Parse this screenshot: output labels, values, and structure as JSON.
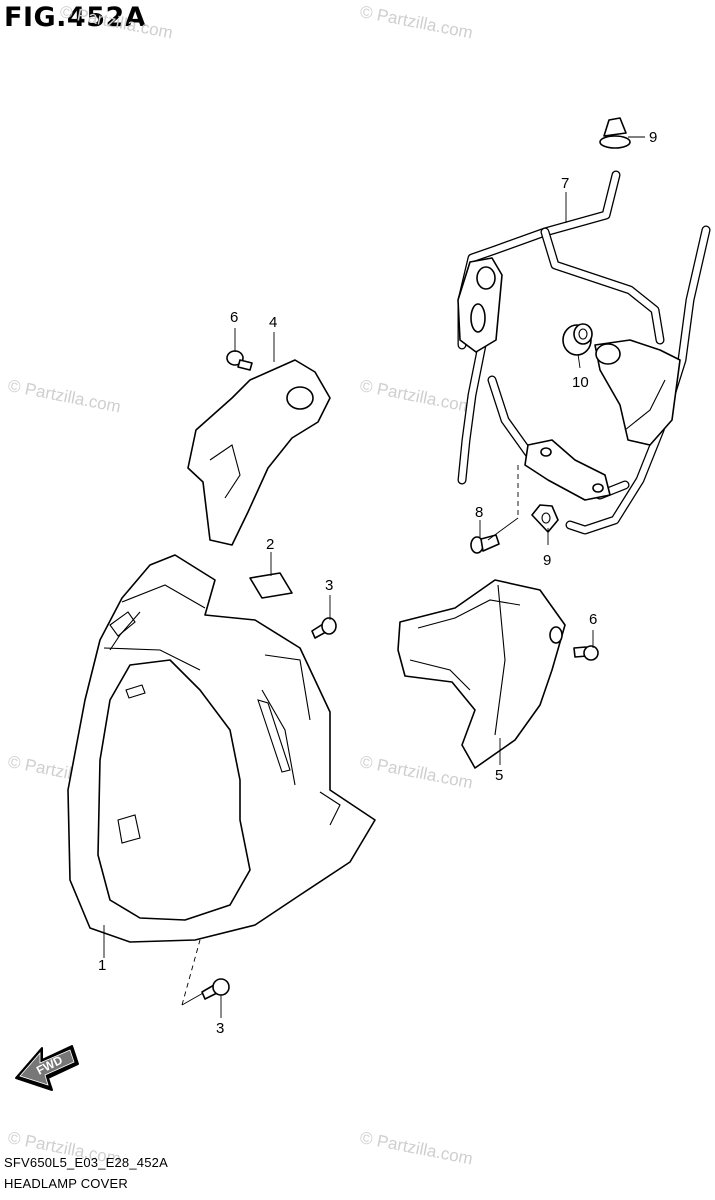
{
  "figure": {
    "title": "FIG.452A",
    "code": "SFV650L5_E03_E28_452A",
    "caption": "HEADLAMP COVER"
  },
  "callouts": {
    "c1": "1",
    "c2": "2",
    "c3a": "3",
    "c3b": "3",
    "c4": "4",
    "c5": "5",
    "c6a": "6",
    "c6b": "6",
    "c7": "7",
    "c8": "8",
    "c9a": "9",
    "c9b": "9",
    "c10": "10"
  },
  "fwd_arrow": {
    "label": "FWD"
  },
  "watermark": {
    "text": "© Partzilla.com",
    "color": "#cfcfcf"
  }
}
